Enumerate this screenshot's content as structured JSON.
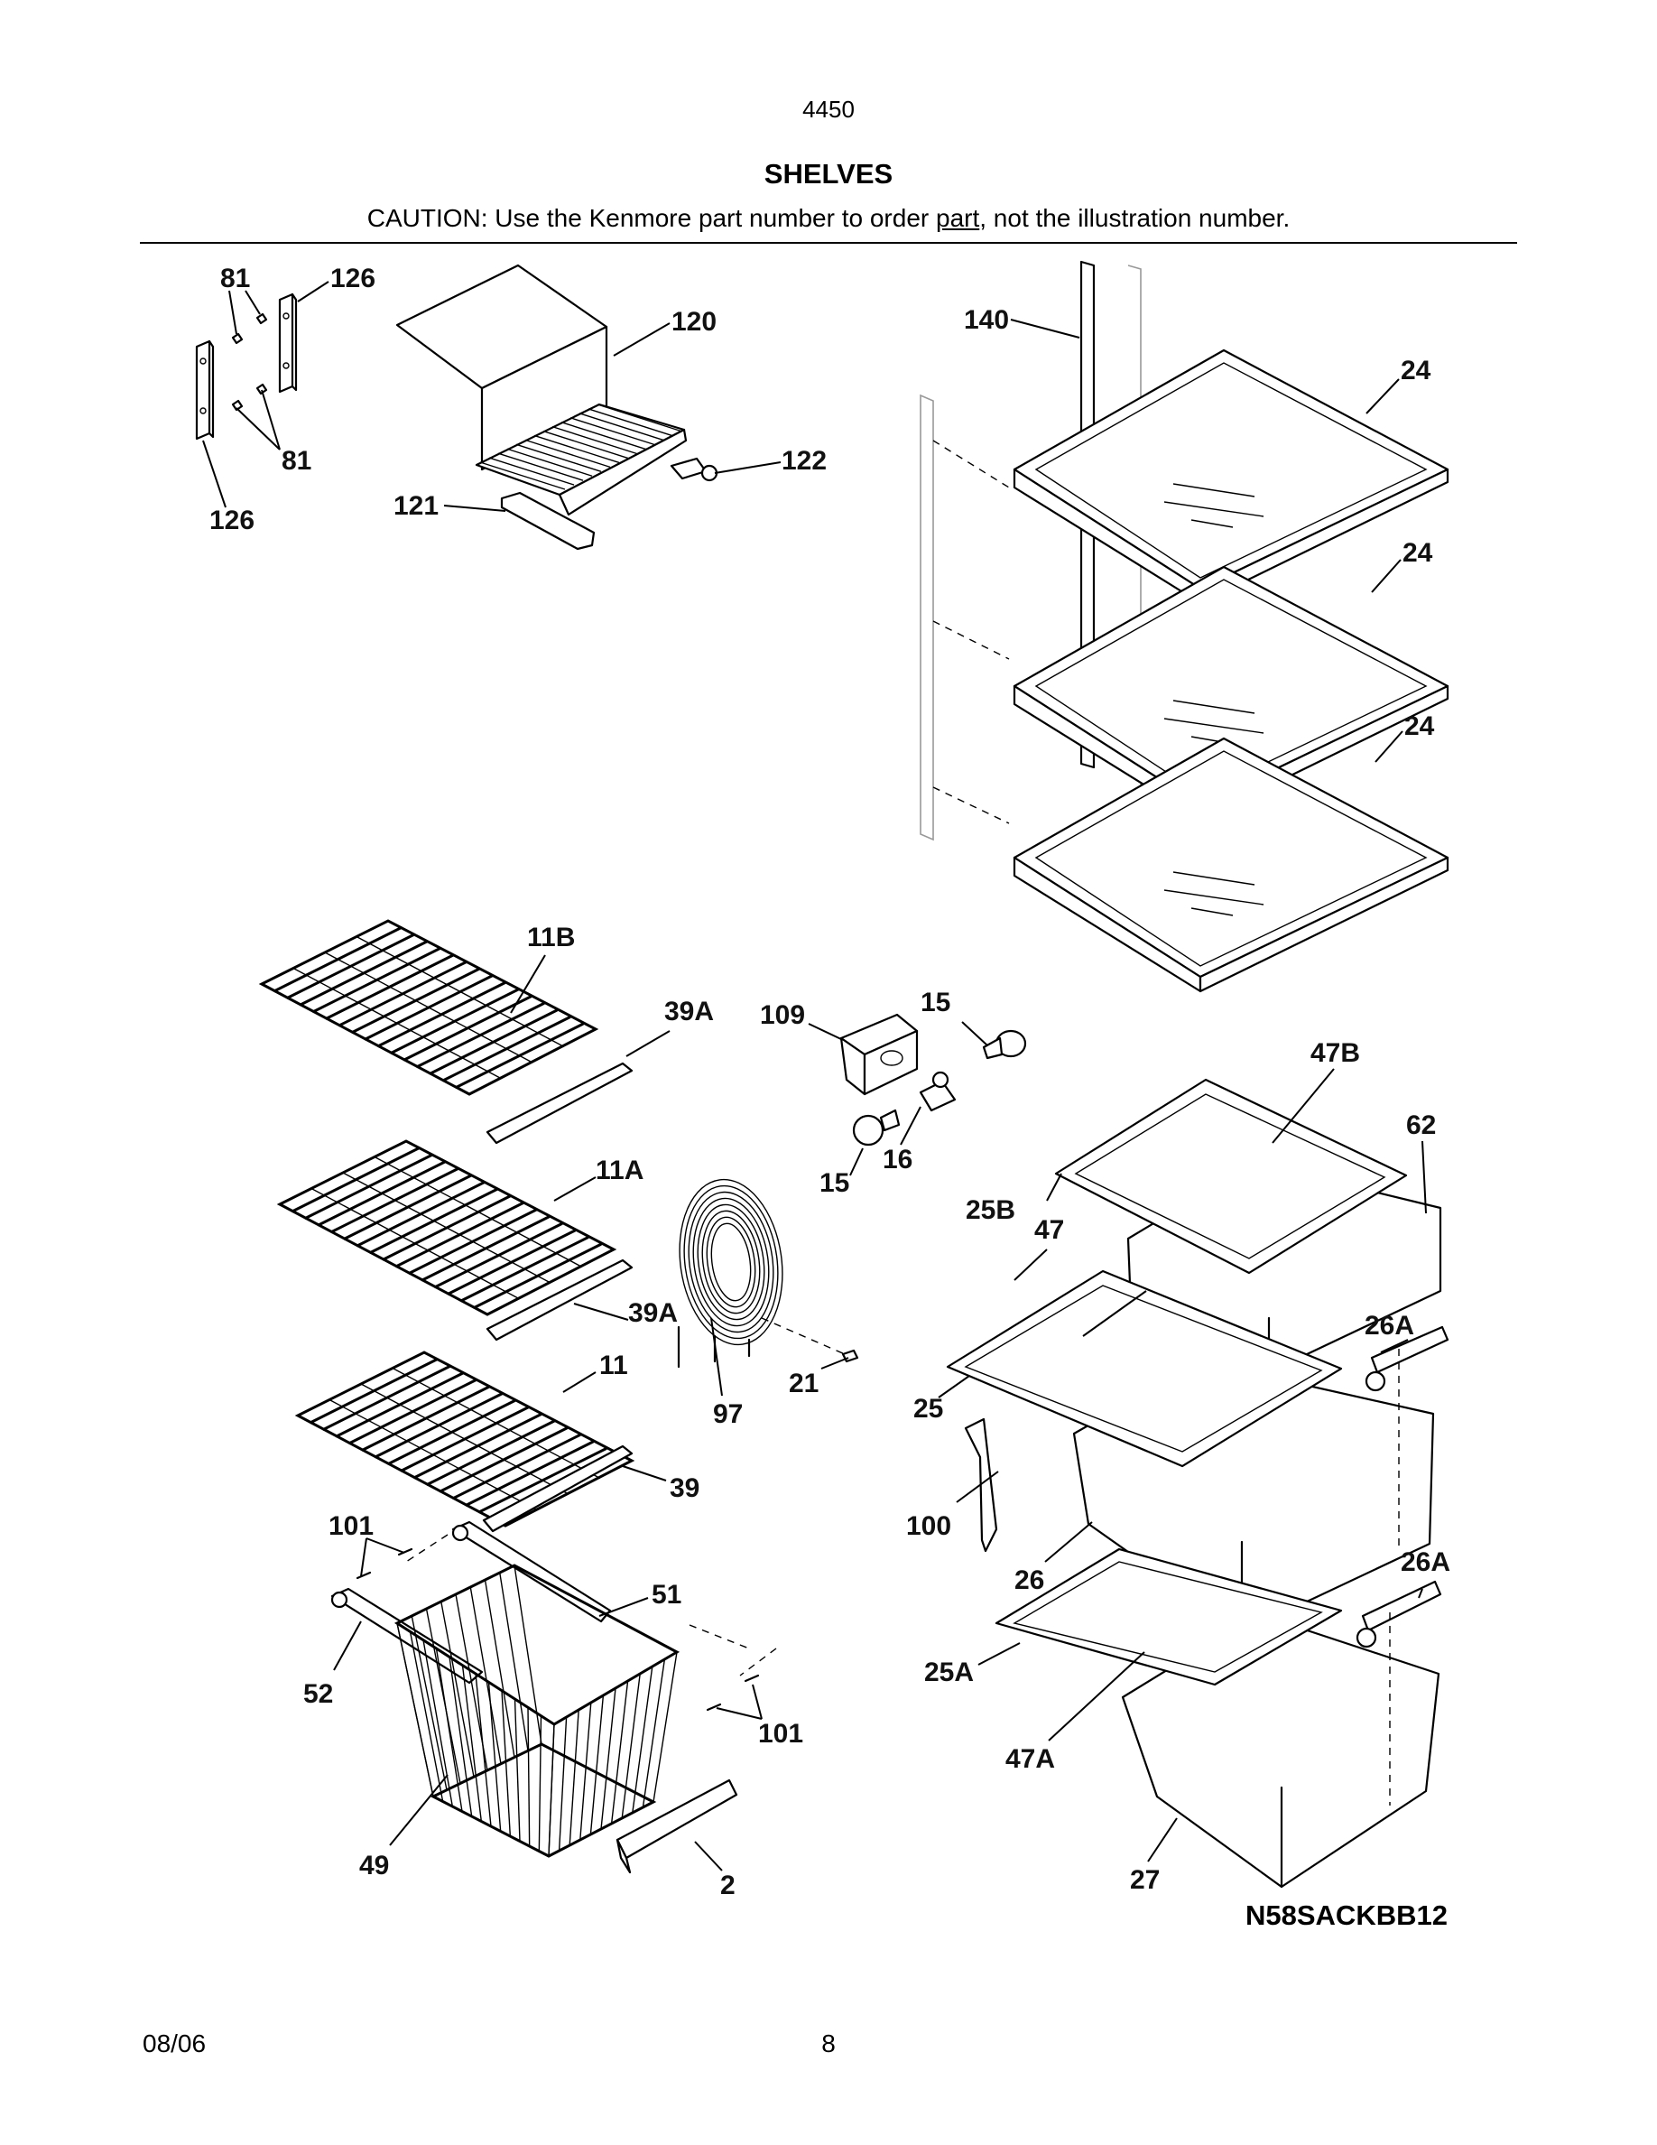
{
  "header": {
    "model_number": "4450",
    "section_title": "SHELVES",
    "caution_before": "CAUTION: Use the Kenmore part number to order ",
    "caution_link": "part",
    "caution_after": ", not the illustration number."
  },
  "diagram": {
    "code": "N58SACKBB12",
    "callouts": [
      "81",
      "126",
      "81",
      "126",
      "120",
      "122",
      "121",
      "140",
      "24",
      "24",
      "24",
      "11B",
      "39A",
      "109",
      "15",
      "15",
      "16",
      "47B",
      "62",
      "11A",
      "25B",
      "47",
      "39A",
      "97",
      "21",
      "26A",
      "11",
      "25",
      "39",
      "100",
      "101",
      "26",
      "26A",
      "51",
      "25A",
      "52",
      "101",
      "47A",
      "49",
      "2",
      "27"
    ]
  },
  "footer": {
    "date": "08/06",
    "page_number": "8"
  }
}
